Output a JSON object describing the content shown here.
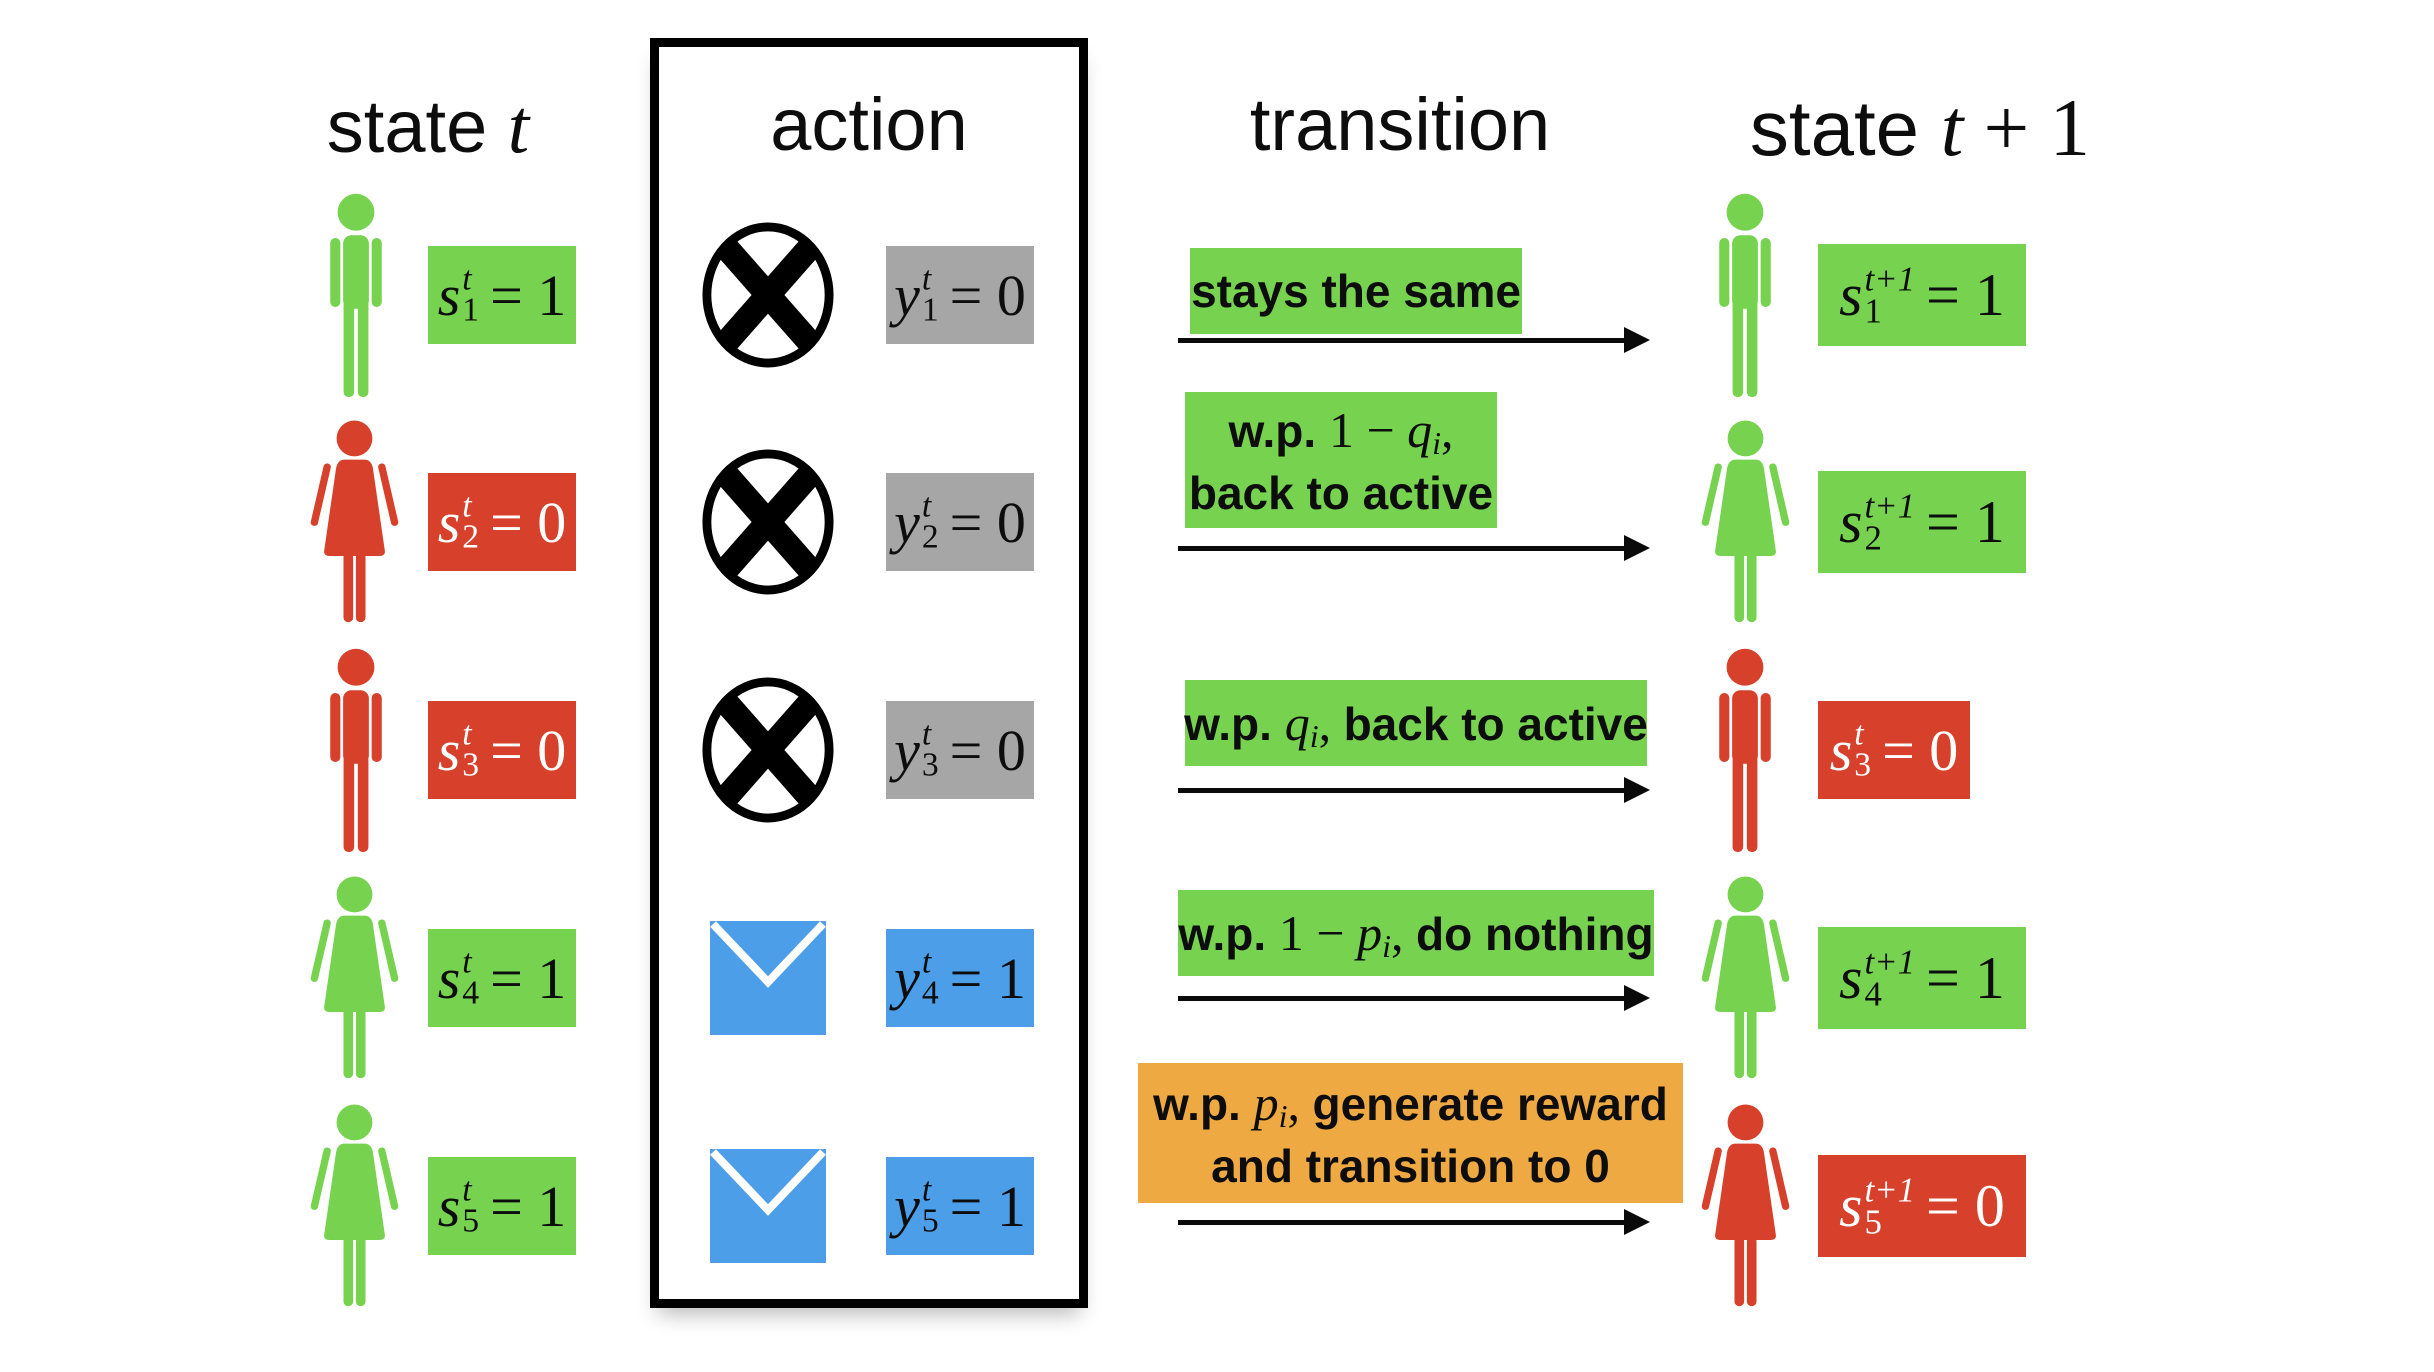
{
  "colors": {
    "green": "#76D24F",
    "red": "#D7402B",
    "blue": "#4D9EE9",
    "gray": "#A6A6A6",
    "orange": "#EEA942",
    "ink": "#000000"
  },
  "headers": {
    "state_t": {
      "word": "state ",
      "var": "t"
    },
    "action": "action",
    "transition": "transition",
    "state_t1": {
      "word": "state ",
      "var": "t",
      "plus": " + 1"
    }
  },
  "rows": [
    {
      "state_t": {
        "icon": "person-man",
        "icon_color": "green",
        "box": "green",
        "var": "s",
        "sub": "1",
        "sup": "t",
        "rhs": "= 1"
      },
      "action": {
        "icon": "no-action",
        "icon_color": "black",
        "box": "gray",
        "var": "y",
        "sub": "1",
        "sup": "t",
        "rhs": "= 0"
      },
      "transition": {
        "box": "green",
        "line1": {
          "bold": "stays the same"
        }
      },
      "state_t1": {
        "icon": "person-man",
        "icon_color": "green",
        "box": "green",
        "var": "s",
        "sub": "1",
        "sup": "t+1",
        "rhs": "= 1"
      }
    },
    {
      "state_t": {
        "icon": "person-woman",
        "icon_color": "red",
        "box": "red",
        "var": "s",
        "sub": "2",
        "sup": "t",
        "rhs": "= 0"
      },
      "action": {
        "icon": "no-action",
        "icon_color": "black",
        "box": "gray",
        "var": "y",
        "sub": "2",
        "sup": "t",
        "rhs": "= 0"
      },
      "transition": {
        "box": "green",
        "line1": {
          "wp": "w.p. ",
          "num": "1 − ",
          "var": "q",
          "varsub": "i",
          "tail": ","
        },
        "line2": {
          "bold": "back to active"
        }
      },
      "state_t1": {
        "icon": "person-woman",
        "icon_color": "green",
        "box": "green",
        "var": "s",
        "sub": "2",
        "sup": "t+1",
        "rhs": "= 1"
      }
    },
    {
      "state_t": {
        "icon": "person-man",
        "icon_color": "red",
        "box": "red",
        "var": "s",
        "sub": "3",
        "sup": "t",
        "rhs": "= 0"
      },
      "action": {
        "icon": "no-action",
        "icon_color": "black",
        "box": "gray",
        "var": "y",
        "sub": "3",
        "sup": "t",
        "rhs": "= 0"
      },
      "transition": {
        "box": "green",
        "line1": {
          "wp": "w.p. ",
          "var": "q",
          "varsub": "i",
          "tail": ", ",
          "bold": "back to active"
        }
      },
      "state_t1": {
        "icon": "person-man",
        "icon_color": "red",
        "box": "red",
        "var": "s",
        "sub": "3",
        "sup": "t",
        "rhs": "= 0"
      }
    },
    {
      "state_t": {
        "icon": "person-woman",
        "icon_color": "green",
        "box": "green",
        "var": "s",
        "sub": "4",
        "sup": "t",
        "rhs": "= 1"
      },
      "action": {
        "icon": "envelope",
        "icon_color": "blue",
        "box": "blue",
        "var": "y",
        "sub": "4",
        "sup": "t",
        "rhs": "= 1"
      },
      "transition": {
        "box": "green",
        "line1": {
          "wp": "w.p. ",
          "num": "1 − ",
          "var": "p",
          "varsub": "i",
          "tail": ", ",
          "bold": "do nothing"
        }
      },
      "state_t1": {
        "icon": "person-woman",
        "icon_color": "green",
        "box": "green",
        "var": "s",
        "sub": "4",
        "sup": "t+1",
        "rhs": "= 1"
      }
    },
    {
      "state_t": {
        "icon": "person-woman",
        "icon_color": "green",
        "box": "green",
        "var": "s",
        "sub": "5",
        "sup": "t",
        "rhs": "= 1"
      },
      "action": {
        "icon": "envelope",
        "icon_color": "blue",
        "box": "blue",
        "var": "y",
        "sub": "5",
        "sup": "t",
        "rhs": "= 1"
      },
      "transition": {
        "box": "orange",
        "line1": {
          "wp": "w.p. ",
          "var": "p",
          "varsub": "i",
          "tail": ", ",
          "bold": "generate reward"
        },
        "line2": {
          "bold": "and transition to 0"
        }
      },
      "state_t1": {
        "icon": "person-woman",
        "icon_color": "red",
        "box": "red",
        "var": "s",
        "sub": "5",
        "sup": "t+1",
        "rhs": "= 0"
      }
    }
  ]
}
